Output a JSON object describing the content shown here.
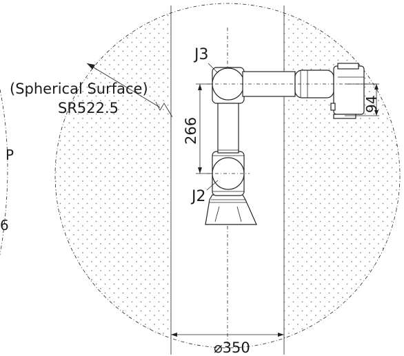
{
  "labels": {
    "joint_upper": "J3",
    "joint_lower": "J2",
    "surface_note": "(Spherical Surface)",
    "surface_radius": "SR522.5",
    "dim_vertical": "266",
    "dim_diameter": "⌀350",
    "dim_wrist": "94",
    "left_fragment_letter": "P",
    "left_fragment_digit": "6"
  },
  "colors": {
    "ink": "#222222",
    "stipple": "#888888",
    "background": "#ffffff"
  }
}
